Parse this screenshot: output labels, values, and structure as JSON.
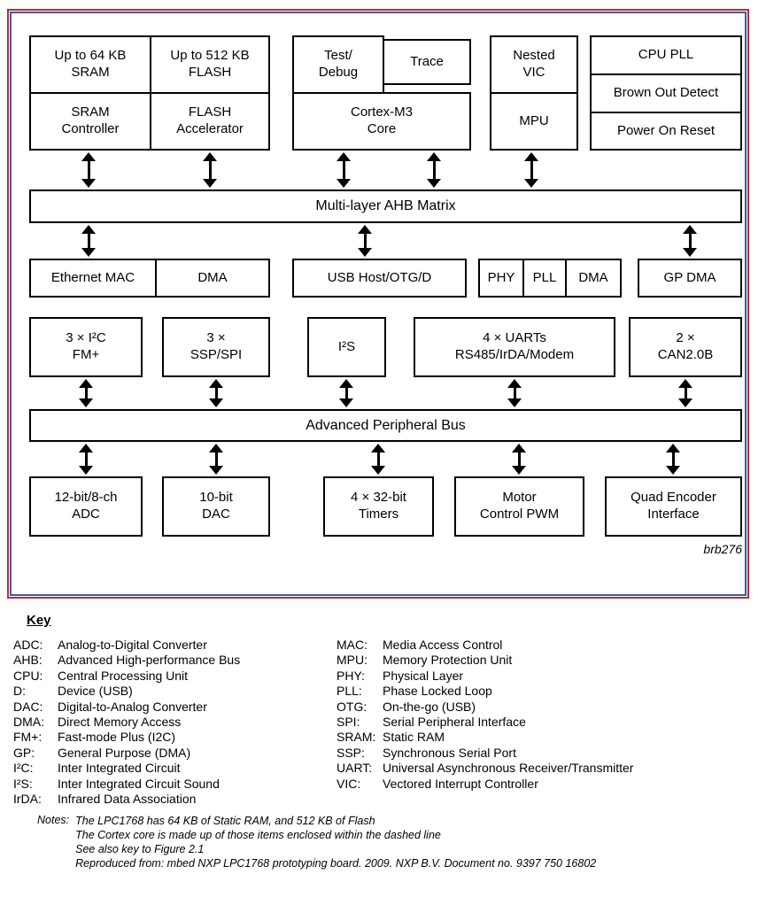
{
  "diagram": {
    "blocks": {
      "sram_mem": "Up to 64 KB\nSRAM",
      "flash_mem": "Up to 512 KB\nFLASH",
      "sram_ctrl": "SRAM\nController",
      "flash_accel": "FLASH\nAccelerator",
      "test_debug": "Test/\nDebug",
      "trace": "Trace",
      "cortex_core": "Cortex-M3\nCore",
      "nested_vic": "Nested\nVIC",
      "mpu": "MPU",
      "cpu_pll": "CPU PLL",
      "brown_out_detect": "Brown Out Detect",
      "power_on_reset": "Power On Reset",
      "ahb_matrix": "Multi-layer AHB Matrix",
      "ethernet_mac": "Ethernet MAC",
      "ethernet_dma": "DMA",
      "usb": "USB Host/OTG/D",
      "usb_phy": "PHY",
      "usb_pll": "PLL",
      "usb_dma": "DMA",
      "gp_dma": "GP DMA",
      "i2c": "3 × I²C\nFM+",
      "ssp_spi": "3 ×\nSSP/SPI",
      "i2s": "I²S",
      "uarts": "4 × UARTs\nRS485/IrDA/Modem",
      "can": "2 ×\nCAN2.0B",
      "apb": "Advanced Peripheral Bus",
      "adc": "12-bit/8-ch\nADC",
      "dac": "10-bit\nDAC",
      "timers": "4 × 32-bit\nTimers",
      "motor_pwm": "Motor\nControl PWM",
      "quad_encoder": "Quad Encoder\nInterface"
    },
    "figure_label": "brb276",
    "colors": {
      "outer_frame": "#a8353a",
      "inner_frame": "#4a55a0",
      "block_border": "#000000",
      "background": "#ffffff"
    }
  },
  "key": {
    "title": "Key",
    "left": [
      {
        "term": "ADC:",
        "def": "Analog-to-Digital Converter"
      },
      {
        "term": "AHB:",
        "def": "Advanced High-performance Bus"
      },
      {
        "term": "CPU:",
        "def": "Central Processing Unit"
      },
      {
        "term": "D:",
        "def": "Device (USB)"
      },
      {
        "term": "DAC:",
        "def": "Digital-to-Analog Converter"
      },
      {
        "term": "DMA:",
        "def": "Direct Memory Access"
      },
      {
        "term": "FM+:",
        "def": "Fast-mode Plus (I2C)"
      },
      {
        "term": "GP:",
        "def": "General Purpose (DMA)"
      },
      {
        "term": "I²C:",
        "def": "Inter Integrated Circuit"
      },
      {
        "term": "I²S:",
        "def": "Inter Integrated Circuit Sound"
      },
      {
        "term": "IrDA:",
        "def": "Infrared Data Association"
      }
    ],
    "right": [
      {
        "term": "MAC:",
        "def": "Media Access Control"
      },
      {
        "term": "MPU:",
        "def": "Memory Protection Unit"
      },
      {
        "term": "PHY:",
        "def": "Physical Layer"
      },
      {
        "term": "PLL:",
        "def": "Phase Locked Loop"
      },
      {
        "term": "OTG:",
        "def": "On-the-go (USB)"
      },
      {
        "term": "SPI:",
        "def": "Serial Peripheral Interface"
      },
      {
        "term": "SRAM:",
        "def": "Static RAM"
      },
      {
        "term": "SSP:",
        "def": "Synchronous Serial Port"
      },
      {
        "term": "UART:",
        "def": "Universal Asynchronous Receiver/Transmitter"
      },
      {
        "term": "VIC:",
        "def": "Vectored Interrupt Controller"
      }
    ]
  },
  "notes": {
    "label": "Notes:",
    "lines": [
      "The LPC1768 has 64 KB of Static RAM, and 512 KB of Flash",
      "The Cortex core is made up of those items enclosed within the dashed line",
      "See also key to Figure 2.1",
      "Reproduced from: mbed NXP LPC1768 prototyping board. 2009. NXP B.V. Document no. 9397 750 16802"
    ]
  }
}
